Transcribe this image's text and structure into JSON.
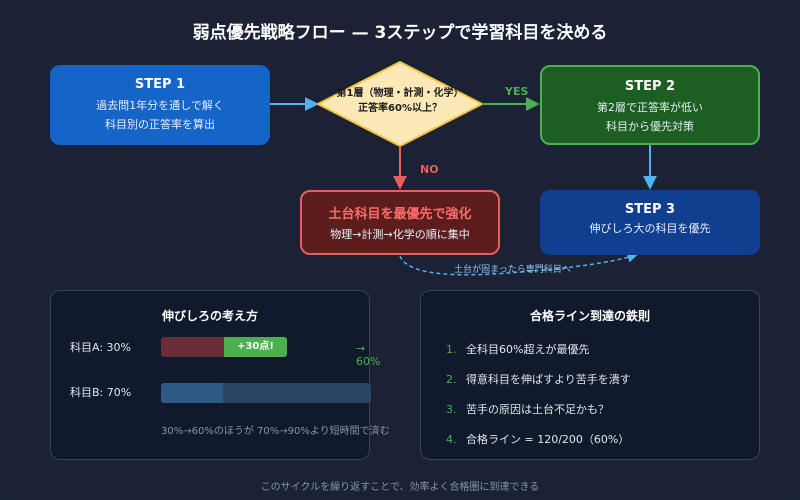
{
  "title": "弱点優先戦略フロー — 3ステップで学習科目を決める",
  "step1": {
    "heading": "STEP 1",
    "line1": "過去問1年分を通しで解く",
    "line2": "科目別の正答率を算出"
  },
  "decision": {
    "line1": "第1層（物理・計測・化学）",
    "line2": "正答率60%以上？"
  },
  "yes_label": "YES",
  "no_label": "NO",
  "step2": {
    "heading": "STEP 2",
    "line1": "第2層で正答率が低い",
    "line2": "科目から優先対策"
  },
  "strengthen": {
    "heading": "土台科目を最優先で強化",
    "line1": "物理→計測→化学の順に集中"
  },
  "step3": {
    "heading": "STEP 3",
    "line1": "伸びしろ大の科目を優先"
  },
  "loop_label": "土台が固まったら専門科目へ",
  "growth": {
    "title": "伸びしろの考え方",
    "subject_a": {
      "label": "科目A: 30%",
      "value": 30,
      "gain_label": "+30点!",
      "gain": 30,
      "result": "→ 60%"
    },
    "subject_b": {
      "label": "科目B: 70%",
      "value": 70
    },
    "note": "30%→60%のほうが 70%→90%より短時間で済む"
  },
  "rules": {
    "title": "合格ライン到達の鉄則",
    "items": [
      {
        "num": "1.",
        "text": "全科目60%超えが最優先"
      },
      {
        "num": "2.",
        "text": "得意科目を伸ばすより苦手を潰す"
      },
      {
        "num": "3.",
        "text": "苦手の原因は土台不足かも？"
      },
      {
        "num": "4.",
        "text": "合格ライン = 120/200（60%）"
      }
    ]
  },
  "footer": "このサイクルを繰り返すことで、効率よく合格圏に到達できる",
  "colors": {
    "background": "#1b2236",
    "step1": "#1565c8",
    "step2": "#1d5e22",
    "step3": "#0f3f8e",
    "strengthen": "#5c1d1d",
    "decision": "#fde9b8",
    "yes": "#4caf50",
    "no": "#e95e5e",
    "arrow": "#4fb3f0"
  }
}
